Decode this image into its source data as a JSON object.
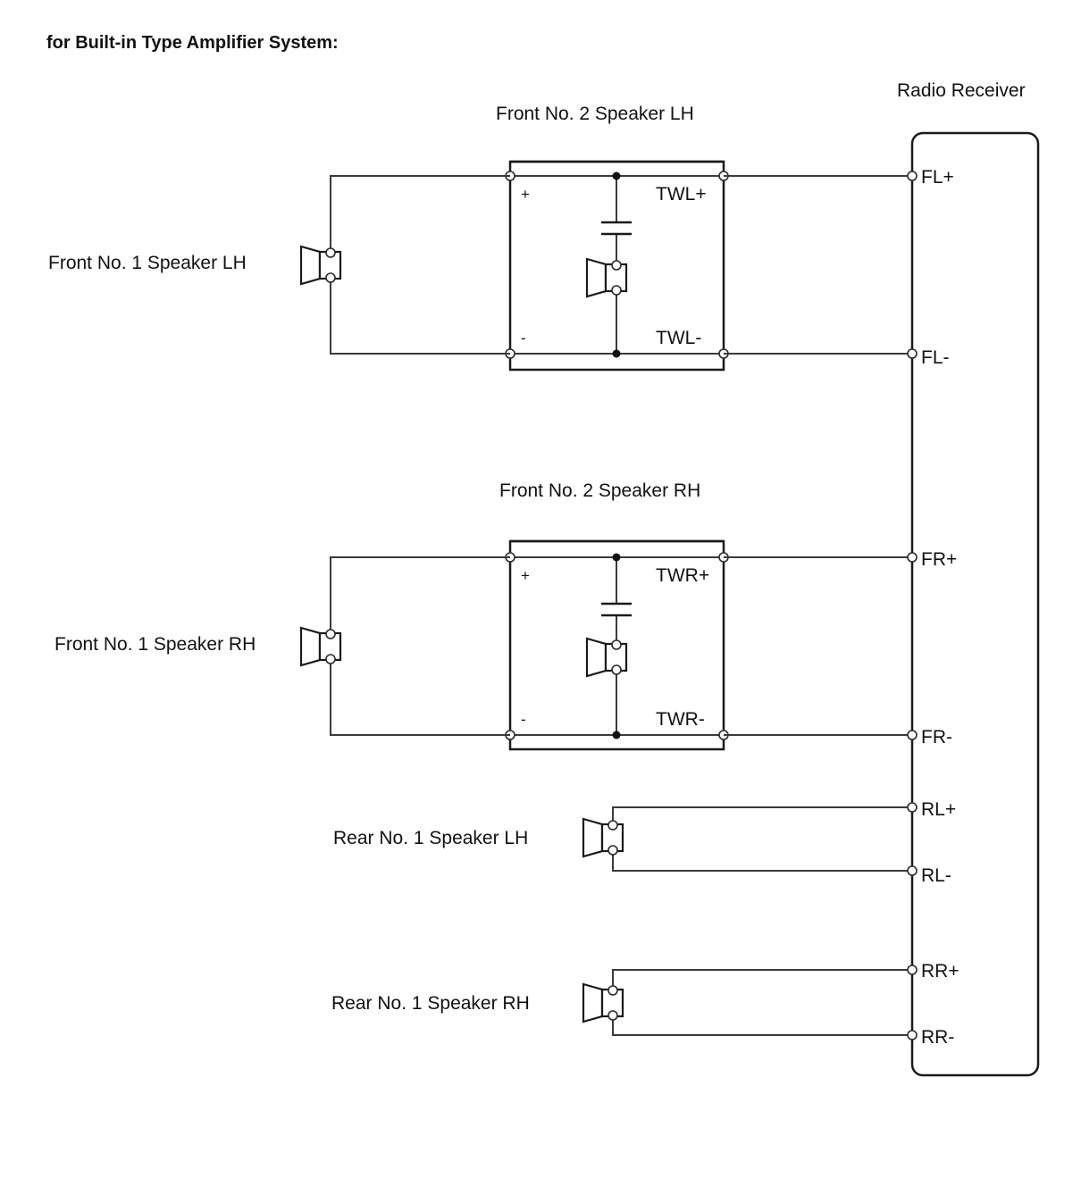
{
  "title": "for Built-in Type Amplifier System:",
  "radio_receiver": {
    "label": "Radio Receiver",
    "pins": {
      "fl_plus": "FL+",
      "fl_minus": "FL-",
      "fr_plus": "FR+",
      "fr_minus": "FR-",
      "rl_plus": "RL+",
      "rl_minus": "RL-",
      "rr_plus": "RR+",
      "rr_minus": "RR-"
    }
  },
  "front_no2_lh": {
    "label": "Front No. 2 Speaker LH",
    "plus": "+",
    "minus": "-",
    "pin_plus": "TWL+",
    "pin_minus": "TWL-"
  },
  "front_no2_rh": {
    "label": "Front No. 2 Speaker RH",
    "plus": "+",
    "minus": "-",
    "pin_plus": "TWR+",
    "pin_minus": "TWR-"
  },
  "front_no1_lh": {
    "label": "Front No. 1 Speaker LH"
  },
  "front_no1_rh": {
    "label": "Front No. 1 Speaker RH"
  },
  "rear_no1_lh": {
    "label": "Rear No. 1 Speaker LH"
  },
  "rear_no1_rh": {
    "label": "Rear No. 1 Speaker RH"
  }
}
